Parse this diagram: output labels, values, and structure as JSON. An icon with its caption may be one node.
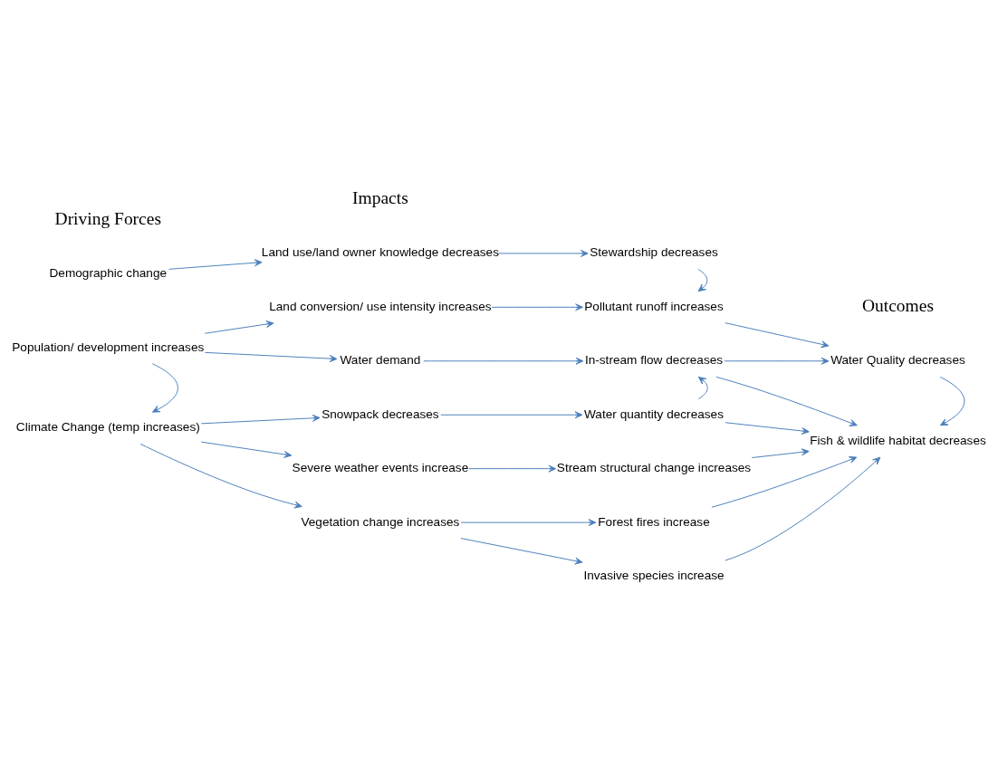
{
  "diagram": {
    "nodes": [
      {
        "text": [
          "Demographic change"
        ]
      },
      {
        "text": [
          "Land use/land owner knowledge decreases"
        ]
      },
      {
        "text": [
          "Stewardship decreases"
        ]
      },
      {
        "text": [
          "Population/ development increases"
        ]
      },
      {
        "text": [
          "Land conversion/ use intensity increases"
        ]
      },
      {
        "text": [
          "Pollutant runoff increases"
        ]
      },
      {
        "text": [
          "Water Quality decreases"
        ]
      },
      {
        "text": [
          "Water demand"
        ]
      },
      {
        "text": [
          "In-stream flow decreases"
        ]
      },
      {
        "text": [
          "Climate Change (temp increases)"
        ]
      },
      {
        "text": [
          "Snowpack decreases"
        ]
      },
      {
        "text": [
          "Water quantity decreases"
        ]
      },
      {
        "text": [
          "Severe weather events increase"
        ]
      },
      {
        "text": [
          "Stream structural change increases"
        ]
      },
      {
        "text": [
          "Fish & wildlife habitat decreases"
        ]
      },
      {
        "text": [
          "Vegetation change increases"
        ]
      },
      {
        "text": [
          "Forest fires increase"
        ]
      },
      {
        "text": [
          "Invasive species increase"
        ]
      }
    ],
    "edges": [
      {
        "from": 0,
        "to": 1,
        "arrow": "to"
      },
      {
        "from": 1,
        "to": 2,
        "arrow": "to"
      },
      {
        "from": 2,
        "to": 5,
        "arrow": "to"
      },
      {
        "from": 3,
        "to": 4,
        "arrow": "to"
      },
      {
        "from": 3,
        "to": 7,
        "arrow": "to"
      },
      {
        "from": 4,
        "to": 5,
        "arrow": "to"
      },
      {
        "from": 5,
        "to": 6,
        "arrow": "to"
      },
      {
        "from": 7,
        "to": 8,
        "arrow": "to"
      },
      {
        "from": 8,
        "to": 6,
        "arrow": "to"
      },
      {
        "from": 8,
        "to": 14,
        "arrow": "to"
      },
      {
        "from": 6,
        "to": 14,
        "arrow": "to"
      },
      {
        "from": 3,
        "to": 9,
        "arrow": "to"
      },
      {
        "from": 9,
        "to": 10,
        "arrow": "to"
      },
      {
        "from": 9,
        "to": 12,
        "arrow": "to"
      },
      {
        "from": 9,
        "to": 15,
        "arrow": "to"
      },
      {
        "from": 10,
        "to": 11,
        "arrow": "to"
      },
      {
        "from": 11,
        "to": 8,
        "arrow": "to"
      },
      {
        "from": 11,
        "to": 14,
        "arrow": "to"
      },
      {
        "from": 12,
        "to": 13,
        "arrow": "to"
      },
      {
        "from": 13,
        "to": 14,
        "arrow": "to"
      },
      {
        "from": 15,
        "to": 16,
        "arrow": "to"
      },
      {
        "from": 15,
        "to": 17,
        "arrow": "to"
      },
      {
        "from": 16,
        "to": 14,
        "arrow": "to"
      },
      {
        "from": 17,
        "to": 14,
        "arrow": "to"
      }
    ],
    "labels": [
      "Driving Forces",
      "Impacts",
      "Outcomes"
    ]
  }
}
